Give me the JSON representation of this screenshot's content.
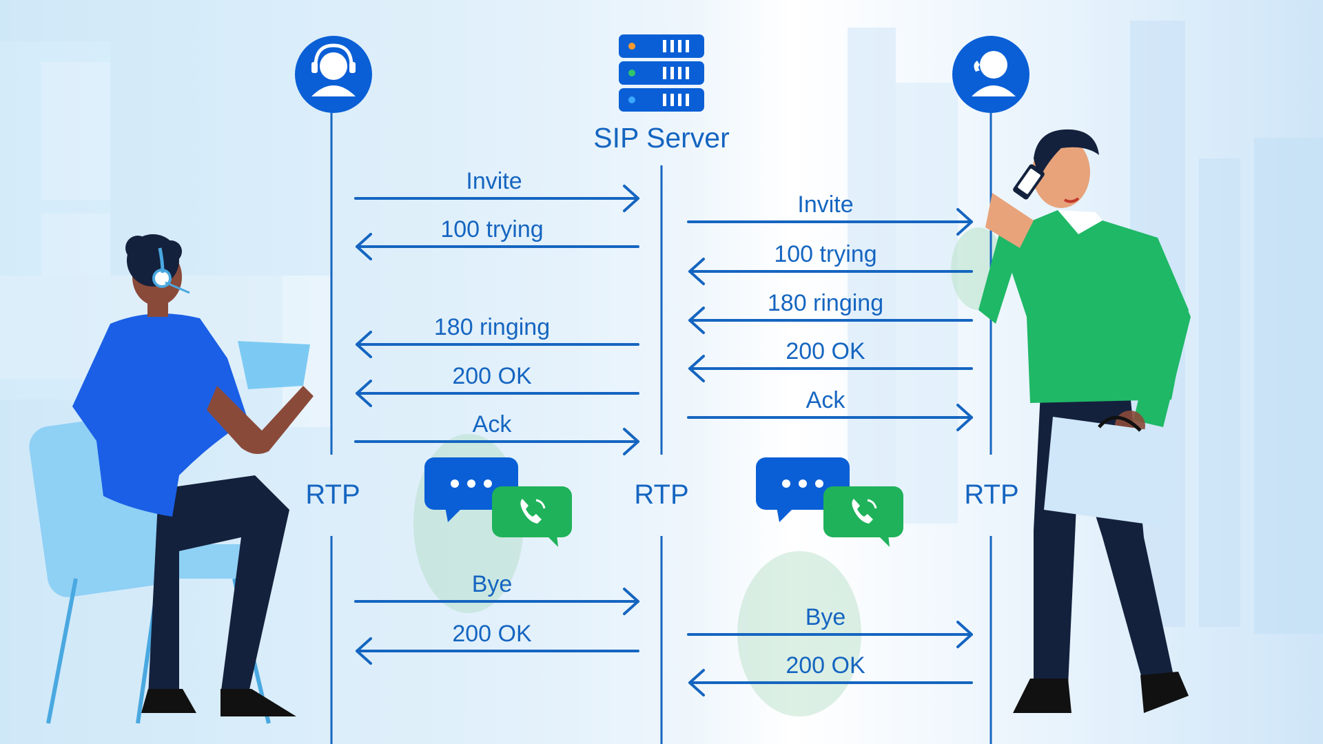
{
  "server": {
    "title": "SIP Server"
  },
  "left_messages": [
    {
      "label": "Invite",
      "direction": "right"
    },
    {
      "label": "100 trying",
      "direction": "left"
    },
    {
      "label": "180 ringing",
      "direction": "left"
    },
    {
      "label": "200 OK",
      "direction": "left"
    },
    {
      "label": "Ack",
      "direction": "right"
    },
    {
      "label": "Bye",
      "direction": "right"
    },
    {
      "label": "200 OK",
      "direction": "left"
    }
  ],
  "right_messages": [
    {
      "label": "Invite",
      "direction": "right"
    },
    {
      "label": "100 trying",
      "direction": "left"
    },
    {
      "label": "180 ringing",
      "direction": "left"
    },
    {
      "label": "200 OK",
      "direction": "left"
    },
    {
      "label": "Ack",
      "direction": "right"
    },
    {
      "label": "Bye",
      "direction": "right"
    },
    {
      "label": "200 OK",
      "direction": "left"
    }
  ],
  "rtp": {
    "left": "RTP",
    "center": "RTP",
    "right": "RTP"
  },
  "icons": {
    "left_user": "headset-user-icon",
    "server": "server-icon",
    "right_user": "phone-user-icon",
    "chat": "chat-bubble-icon",
    "call": "phone-call-icon"
  },
  "colors": {
    "line": "#1565c0",
    "node": "#0a5fd6",
    "chat": "#0a5fd6",
    "call": "#1fb25a"
  }
}
